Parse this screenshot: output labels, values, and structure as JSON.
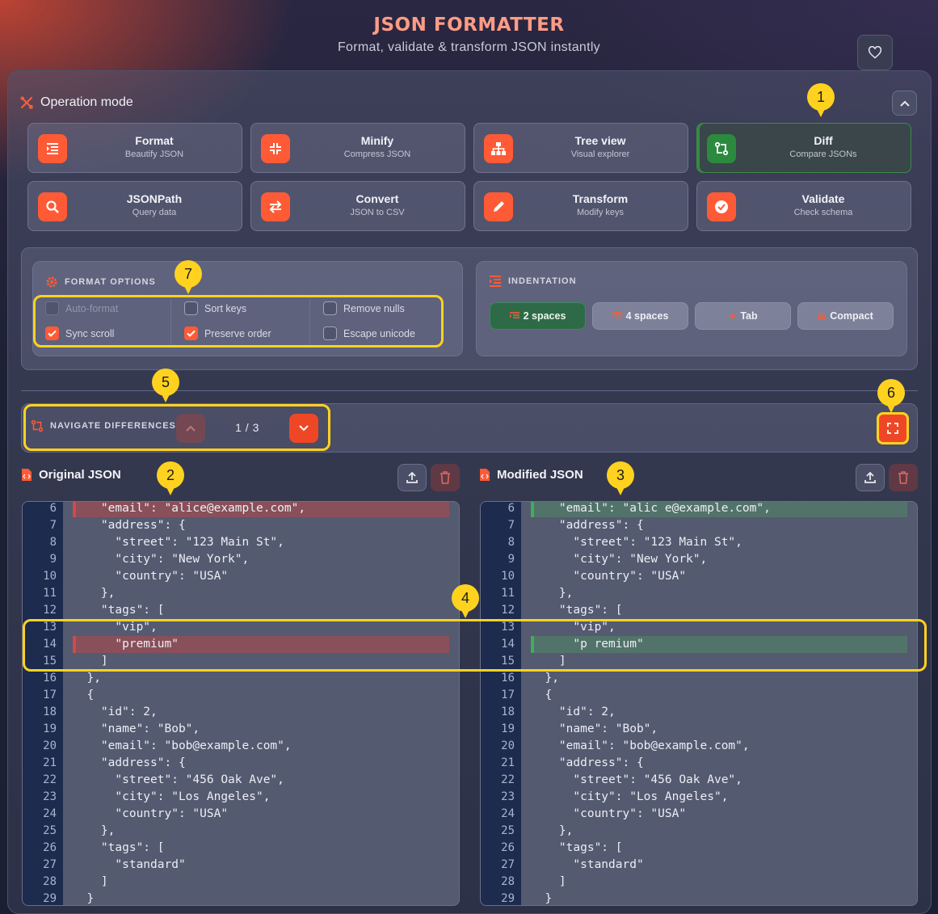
{
  "header": {
    "title": "JSON FORMATTER",
    "subtitle": "Format, validate & transform JSON instantly"
  },
  "operation_mode": {
    "title": "Operation mode",
    "active": "Diff",
    "modes": [
      {
        "label": "Format",
        "sub": "Beautify JSON",
        "icon": "list-indent-icon"
      },
      {
        "label": "Minify",
        "sub": "Compress JSON",
        "icon": "compress-icon"
      },
      {
        "label": "Tree view",
        "sub": "Visual explorer",
        "icon": "sitemap-icon"
      },
      {
        "label": "Diff",
        "sub": "Compare JSONs",
        "icon": "diff-icon"
      },
      {
        "label": "JSONPath",
        "sub": "Query data",
        "icon": "search-icon"
      },
      {
        "label": "Convert",
        "sub": "JSON to CSV",
        "icon": "swap-icon"
      },
      {
        "label": "Transform",
        "sub": "Modify keys",
        "icon": "pencil-icon"
      },
      {
        "label": "Validate",
        "sub": "Check schema",
        "icon": "check-circle-icon"
      }
    ]
  },
  "format_options": {
    "title": "FORMAT OPTIONS",
    "options": [
      {
        "label": "Auto-format",
        "checked": false,
        "disabled": true
      },
      {
        "label": "Sort keys",
        "checked": false
      },
      {
        "label": "Remove nulls",
        "checked": false
      },
      {
        "label": "Sync scroll",
        "checked": true
      },
      {
        "label": "Preserve order",
        "checked": true
      },
      {
        "label": "Escape unicode",
        "checked": false
      }
    ]
  },
  "indentation": {
    "title": "INDENTATION",
    "selected": "2 spaces",
    "options": [
      "2 spaces",
      "4 spaces",
      "Tab",
      "Compact"
    ]
  },
  "navigate": {
    "title": "NAVIGATE DIFFERENCES",
    "counter": "1 / 3"
  },
  "original": {
    "title": "Original JSON",
    "lines": [
      {
        "n": "6",
        "t": "    \"email\": \"alice@example.com\",",
        "hl": "del"
      },
      {
        "n": "7",
        "t": "    \"address\": {"
      },
      {
        "n": "8",
        "t": "      \"street\": \"123 Main St\","
      },
      {
        "n": "9",
        "t": "      \"city\": \"New York\","
      },
      {
        "n": "10",
        "t": "      \"country\": \"USA\""
      },
      {
        "n": "11",
        "t": "    },"
      },
      {
        "n": "12",
        "t": "    \"tags\": ["
      },
      {
        "n": "13",
        "t": "      \"vip\","
      },
      {
        "n": "14",
        "t": "      \"premium\"",
        "hl": "del"
      },
      {
        "n": "15",
        "t": "    ]"
      },
      {
        "n": "16",
        "t": "  },"
      },
      {
        "n": "17",
        "t": "  {"
      },
      {
        "n": "18",
        "t": "    \"id\": 2,"
      },
      {
        "n": "19",
        "t": "    \"name\": \"Bob\","
      },
      {
        "n": "20",
        "t": "    \"email\": \"bob@example.com\","
      },
      {
        "n": "21",
        "t": "    \"address\": {"
      },
      {
        "n": "22",
        "t": "      \"street\": \"456 Oak Ave\","
      },
      {
        "n": "23",
        "t": "      \"city\": \"Los Angeles\","
      },
      {
        "n": "24",
        "t": "      \"country\": \"USA\""
      },
      {
        "n": "25",
        "t": "    },"
      },
      {
        "n": "26",
        "t": "    \"tags\": ["
      },
      {
        "n": "27",
        "t": "      \"standard\""
      },
      {
        "n": "28",
        "t": "    ]"
      },
      {
        "n": "29",
        "t": "  }"
      }
    ]
  },
  "modified": {
    "title": "Modified JSON",
    "lines": [
      {
        "n": "6",
        "t": "    \"email\": \"alic e@example.com\",",
        "hl": "add"
      },
      {
        "n": "7",
        "t": "    \"address\": {"
      },
      {
        "n": "8",
        "t": "      \"street\": \"123 Main St\","
      },
      {
        "n": "9",
        "t": "      \"city\": \"New York\","
      },
      {
        "n": "10",
        "t": "      \"country\": \"USA\""
      },
      {
        "n": "11",
        "t": "    },"
      },
      {
        "n": "12",
        "t": "    \"tags\": ["
      },
      {
        "n": "13",
        "t": "      \"vip\","
      },
      {
        "n": "14",
        "t": "      \"p remium\"",
        "hl": "add"
      },
      {
        "n": "15",
        "t": "    ]"
      },
      {
        "n": "16",
        "t": "  },"
      },
      {
        "n": "17",
        "t": "  {"
      },
      {
        "n": "18",
        "t": "    \"id\": 2,"
      },
      {
        "n": "19",
        "t": "    \"name\": \"Bob\","
      },
      {
        "n": "20",
        "t": "    \"email\": \"bob@example.com\","
      },
      {
        "n": "21",
        "t": "    \"address\": {"
      },
      {
        "n": "22",
        "t": "      \"street\": \"456 Oak Ave\","
      },
      {
        "n": "23",
        "t": "      \"city\": \"Los Angeles\","
      },
      {
        "n": "24",
        "t": "      \"country\": \"USA\""
      },
      {
        "n": "25",
        "t": "    },"
      },
      {
        "n": "26",
        "t": "    \"tags\": ["
      },
      {
        "n": "27",
        "t": "      \"standard\""
      },
      {
        "n": "28",
        "t": "    ]"
      },
      {
        "n": "29",
        "t": "  }"
      }
    ]
  },
  "annotations": {
    "badges": [
      "1",
      "2",
      "3",
      "4",
      "5",
      "6",
      "7"
    ],
    "color": "#ffd21f"
  },
  "colors": {
    "accent": "#ff5a36",
    "active_green": "#2b8a3e",
    "title": "#ff9c84"
  }
}
